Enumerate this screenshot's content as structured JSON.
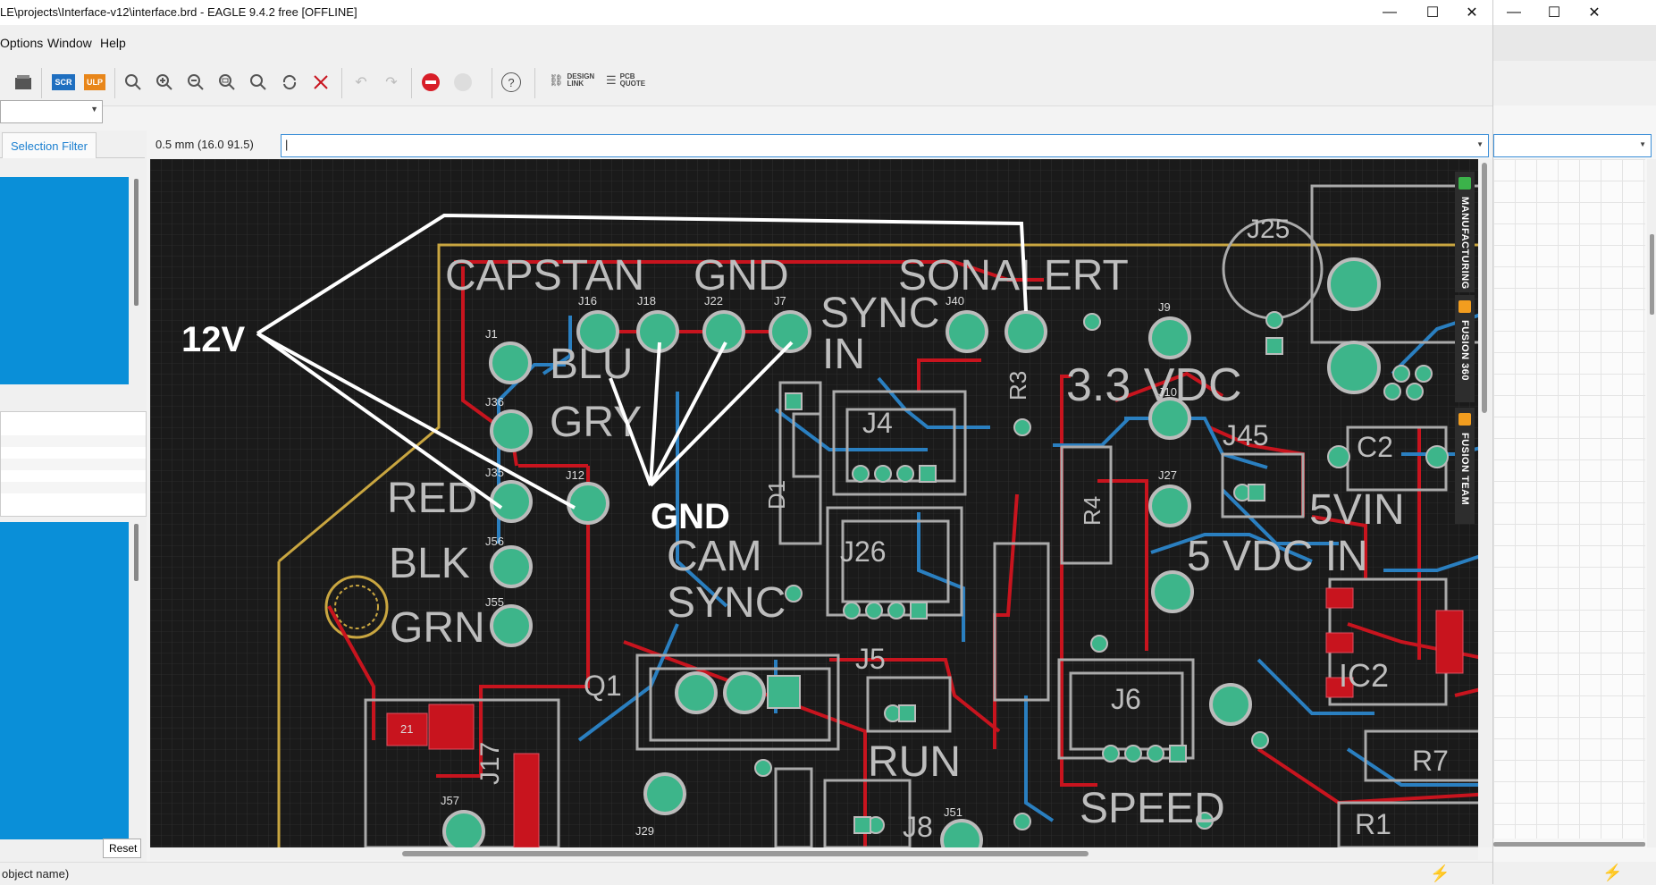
{
  "window": {
    "title": "LE\\projects\\Interface-v12\\interface.brd - EAGLE 9.4.2 free [OFFLINE]",
    "minimize": "—",
    "maximize": "☐",
    "close": "✕"
  },
  "menu": {
    "items": [
      "Options",
      "Window",
      "Help"
    ]
  },
  "toolbar": {
    "scr_label": "SCR",
    "ulp_label": "ULP",
    "design_link": "DESIGN\nLINK",
    "pcb_quote": "PCB\nQUOTE",
    "help_label": "?"
  },
  "left_panel": {
    "tab_label": "Selection Filter",
    "reset_label": "Reset"
  },
  "coordinate_readout": "0.5 mm (16.0 91.5)",
  "command_line": {
    "value": "|"
  },
  "status": {
    "text": "object name)"
  },
  "side_tabs": [
    {
      "label": "MANUFACTURING",
      "color": "#3bb34a"
    },
    {
      "label": "FUSION 360",
      "color": "#f29d1f"
    },
    {
      "label": "FUSION TEAM",
      "color": "#f29d1f"
    }
  ],
  "board": {
    "silkscreen": [
      "CAPSTAN",
      "GND",
      "SONALERT",
      "SYNC",
      "IN",
      "BLU",
      "GRY",
      "RED",
      "BLK",
      "GRN",
      "CAM",
      "SYNC",
      "3.3 VDC",
      "5VIN",
      "5 VDC IN",
      "J4",
      "J26",
      "J5",
      "J6",
      "RUN",
      "SPEED",
      "J8",
      "Q1",
      "J17",
      "J45",
      "C2",
      "IC2",
      "R7",
      "R1",
      "R3",
      "R4",
      "D1",
      "J25"
    ],
    "pad_labels": [
      "J1",
      "J36",
      "J35",
      "J56",
      "J55",
      "J16",
      "J18",
      "J22",
      "J7",
      "J12",
      "J40",
      "J9",
      "J10",
      "J27",
      "J57",
      "J29",
      "J51",
      "21"
    ],
    "annotations": {
      "twelve_v": "12V",
      "gnd": "GND"
    }
  },
  "colors": {
    "accent": "#0a8fd8",
    "board_bg": "#1a1a1a",
    "trace_red": "#c8141e",
    "trace_blue": "#2a7fc0",
    "pad": "#3db58a",
    "outline": "#c9a640"
  }
}
